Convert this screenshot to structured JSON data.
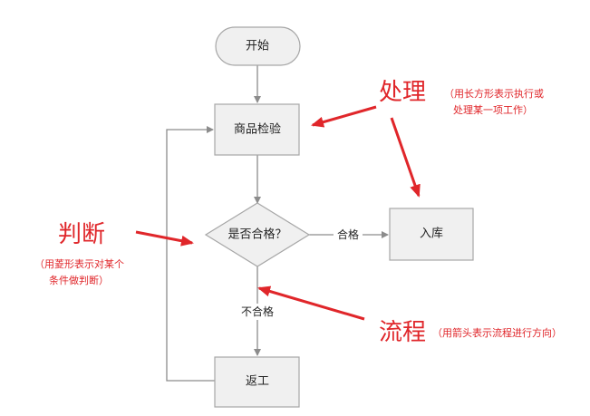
{
  "nodes": {
    "start": "开始",
    "inspect": "商品检验",
    "decision": "是否合格？",
    "store": "入库",
    "rework": "返工"
  },
  "edge_labels": {
    "pass": "合格",
    "fail": "不合格"
  },
  "annotations": {
    "process": {
      "title": "处理",
      "note_line1": "（用长方形表示执行或",
      "note_line2": "处理某一项工作）"
    },
    "decision": {
      "title": "判断",
      "note_line1": "（用菱形表示对某个",
      "note_line2": "条件做判断）"
    },
    "flow": {
      "title": "流程",
      "note": "（用箭头表示流程进行方向）"
    }
  },
  "colors": {
    "node_fill": "#f0f0f0",
    "node_stroke": "#a6a6a6",
    "connector": "#8c8c8c",
    "annotation": "#e0262a"
  }
}
